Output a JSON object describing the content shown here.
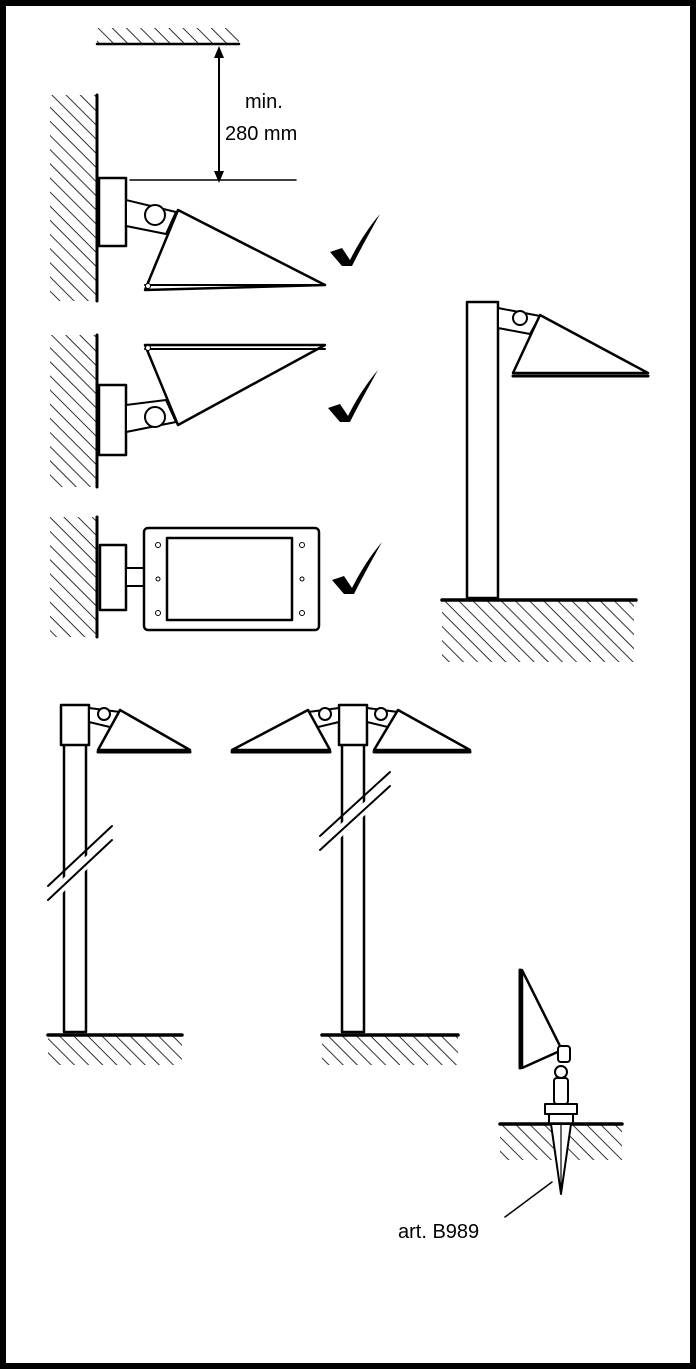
{
  "dimension": {
    "label_line1": "min.",
    "label_line2": "280 mm"
  },
  "marks": {
    "allowed_icon": "check-icon",
    "allowed_count": 3
  },
  "accessory": {
    "label": "art. B989"
  }
}
